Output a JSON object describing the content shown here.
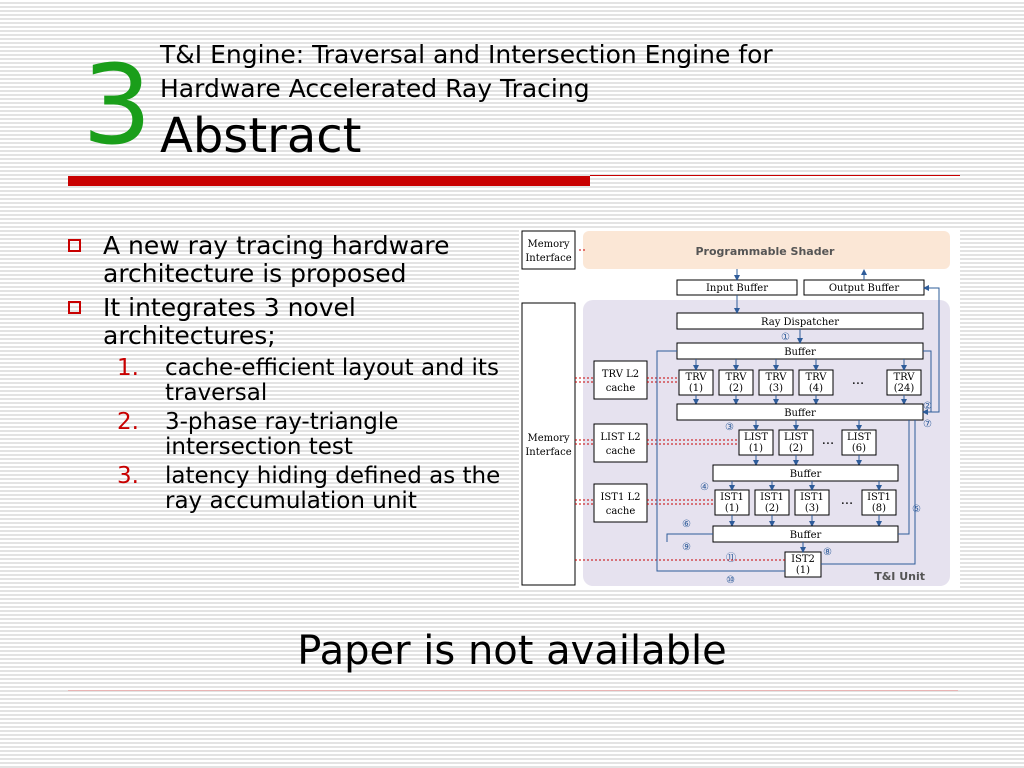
{
  "slide": {
    "number": "3",
    "subtitle_line1": "T&I Engine: Traversal and Intersection Engine for",
    "subtitle_line2": "Hardware Accelerated Ray Tracing",
    "title": "Abstract"
  },
  "bullets": [
    {
      "text": "A new ray tracing hardware architecture is proposed"
    },
    {
      "text": "It integrates 3 novel architectures;"
    }
  ],
  "sub_items": [
    {
      "num": "1.",
      "text": "cache-efficient layout and its traversal"
    },
    {
      "num": "2.",
      "text": "3-phase ray-triangle intersection test"
    },
    {
      "num": "3.",
      "text": "latency hiding defined as the ray accumulation unit"
    }
  ],
  "diagram": {
    "memory_interface": "Memory Interface",
    "memory_label_line1": "Memory",
    "memory_label_line2": "Interface",
    "programmable_shader": "Programmable Shader",
    "input_buffer": "Input Buffer",
    "output_buffer": "Output Buffer",
    "ray_dispatcher": "Ray Dispatcher",
    "buffer": "Buffer",
    "trv_l2_line1": "TRV L2",
    "trv_l2_line2": "cache",
    "list_l2_line1": "LIST L2",
    "list_l2_line2": "cache",
    "ist1_l2_line1": "IST1 L2",
    "ist1_l2_line2": "cache",
    "trv": "TRV",
    "list": "LIST",
    "ist1": "IST1",
    "ist2": "IST2",
    "trv_indices": [
      "(1)",
      "(2)",
      "(3)",
      "(4)",
      "(24)"
    ],
    "list_indices": [
      "(1)",
      "(2)",
      "(6)"
    ],
    "ist1_indices": [
      "(1)",
      "(2)",
      "(3)",
      "(8)"
    ],
    "ist2_index": "(1)",
    "ellipsis": "...",
    "unit_label": "T&I Unit",
    "markers": [
      "①",
      "②",
      "③",
      "④",
      "⑤",
      "⑥",
      "⑦",
      "⑧",
      "⑨",
      "⑩",
      "⑪"
    ]
  },
  "footer": {
    "text": "Paper is not available"
  },
  "colors": {
    "accent_red": "#c80000",
    "number_green": "#1a9e1a"
  }
}
